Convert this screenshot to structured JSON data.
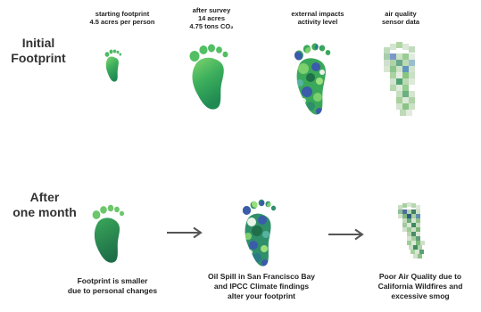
{
  "rows": {
    "initial": {
      "lines": [
        "Initial",
        "Footprint"
      ]
    },
    "after": {
      "lines": [
        "After",
        "one month"
      ]
    }
  },
  "columns": [
    {
      "lines": [
        "starting footprint",
        "4.5 acres per person"
      ]
    },
    {
      "lines": [
        "after survey",
        "14 acres",
        "4.75 tons CO₂"
      ]
    },
    {
      "lines": [
        "external impacts",
        "activity level"
      ]
    },
    {
      "lines": [
        "air quality",
        "sensor data"
      ]
    }
  ],
  "captions": [
    {
      "lines": [
        "Footprint is smaller",
        "due to personal changes"
      ]
    },
    {
      "lines": [
        "Oil Spill in San Francisco Bay",
        "and IPCC Climate findings",
        "alter your footprint"
      ]
    },
    {
      "lines": [
        "Poor Air Quality due to",
        "California Wildfires and",
        "excessive smog"
      ]
    }
  ],
  "colors": {
    "green_light": "#6fcf6a",
    "green_mid": "#3cae5c",
    "green_dark": "#1f7f4d",
    "blue_accent": "#3b5bab",
    "gray_pixel": "#c9d3c9",
    "arrow": "#555555"
  }
}
